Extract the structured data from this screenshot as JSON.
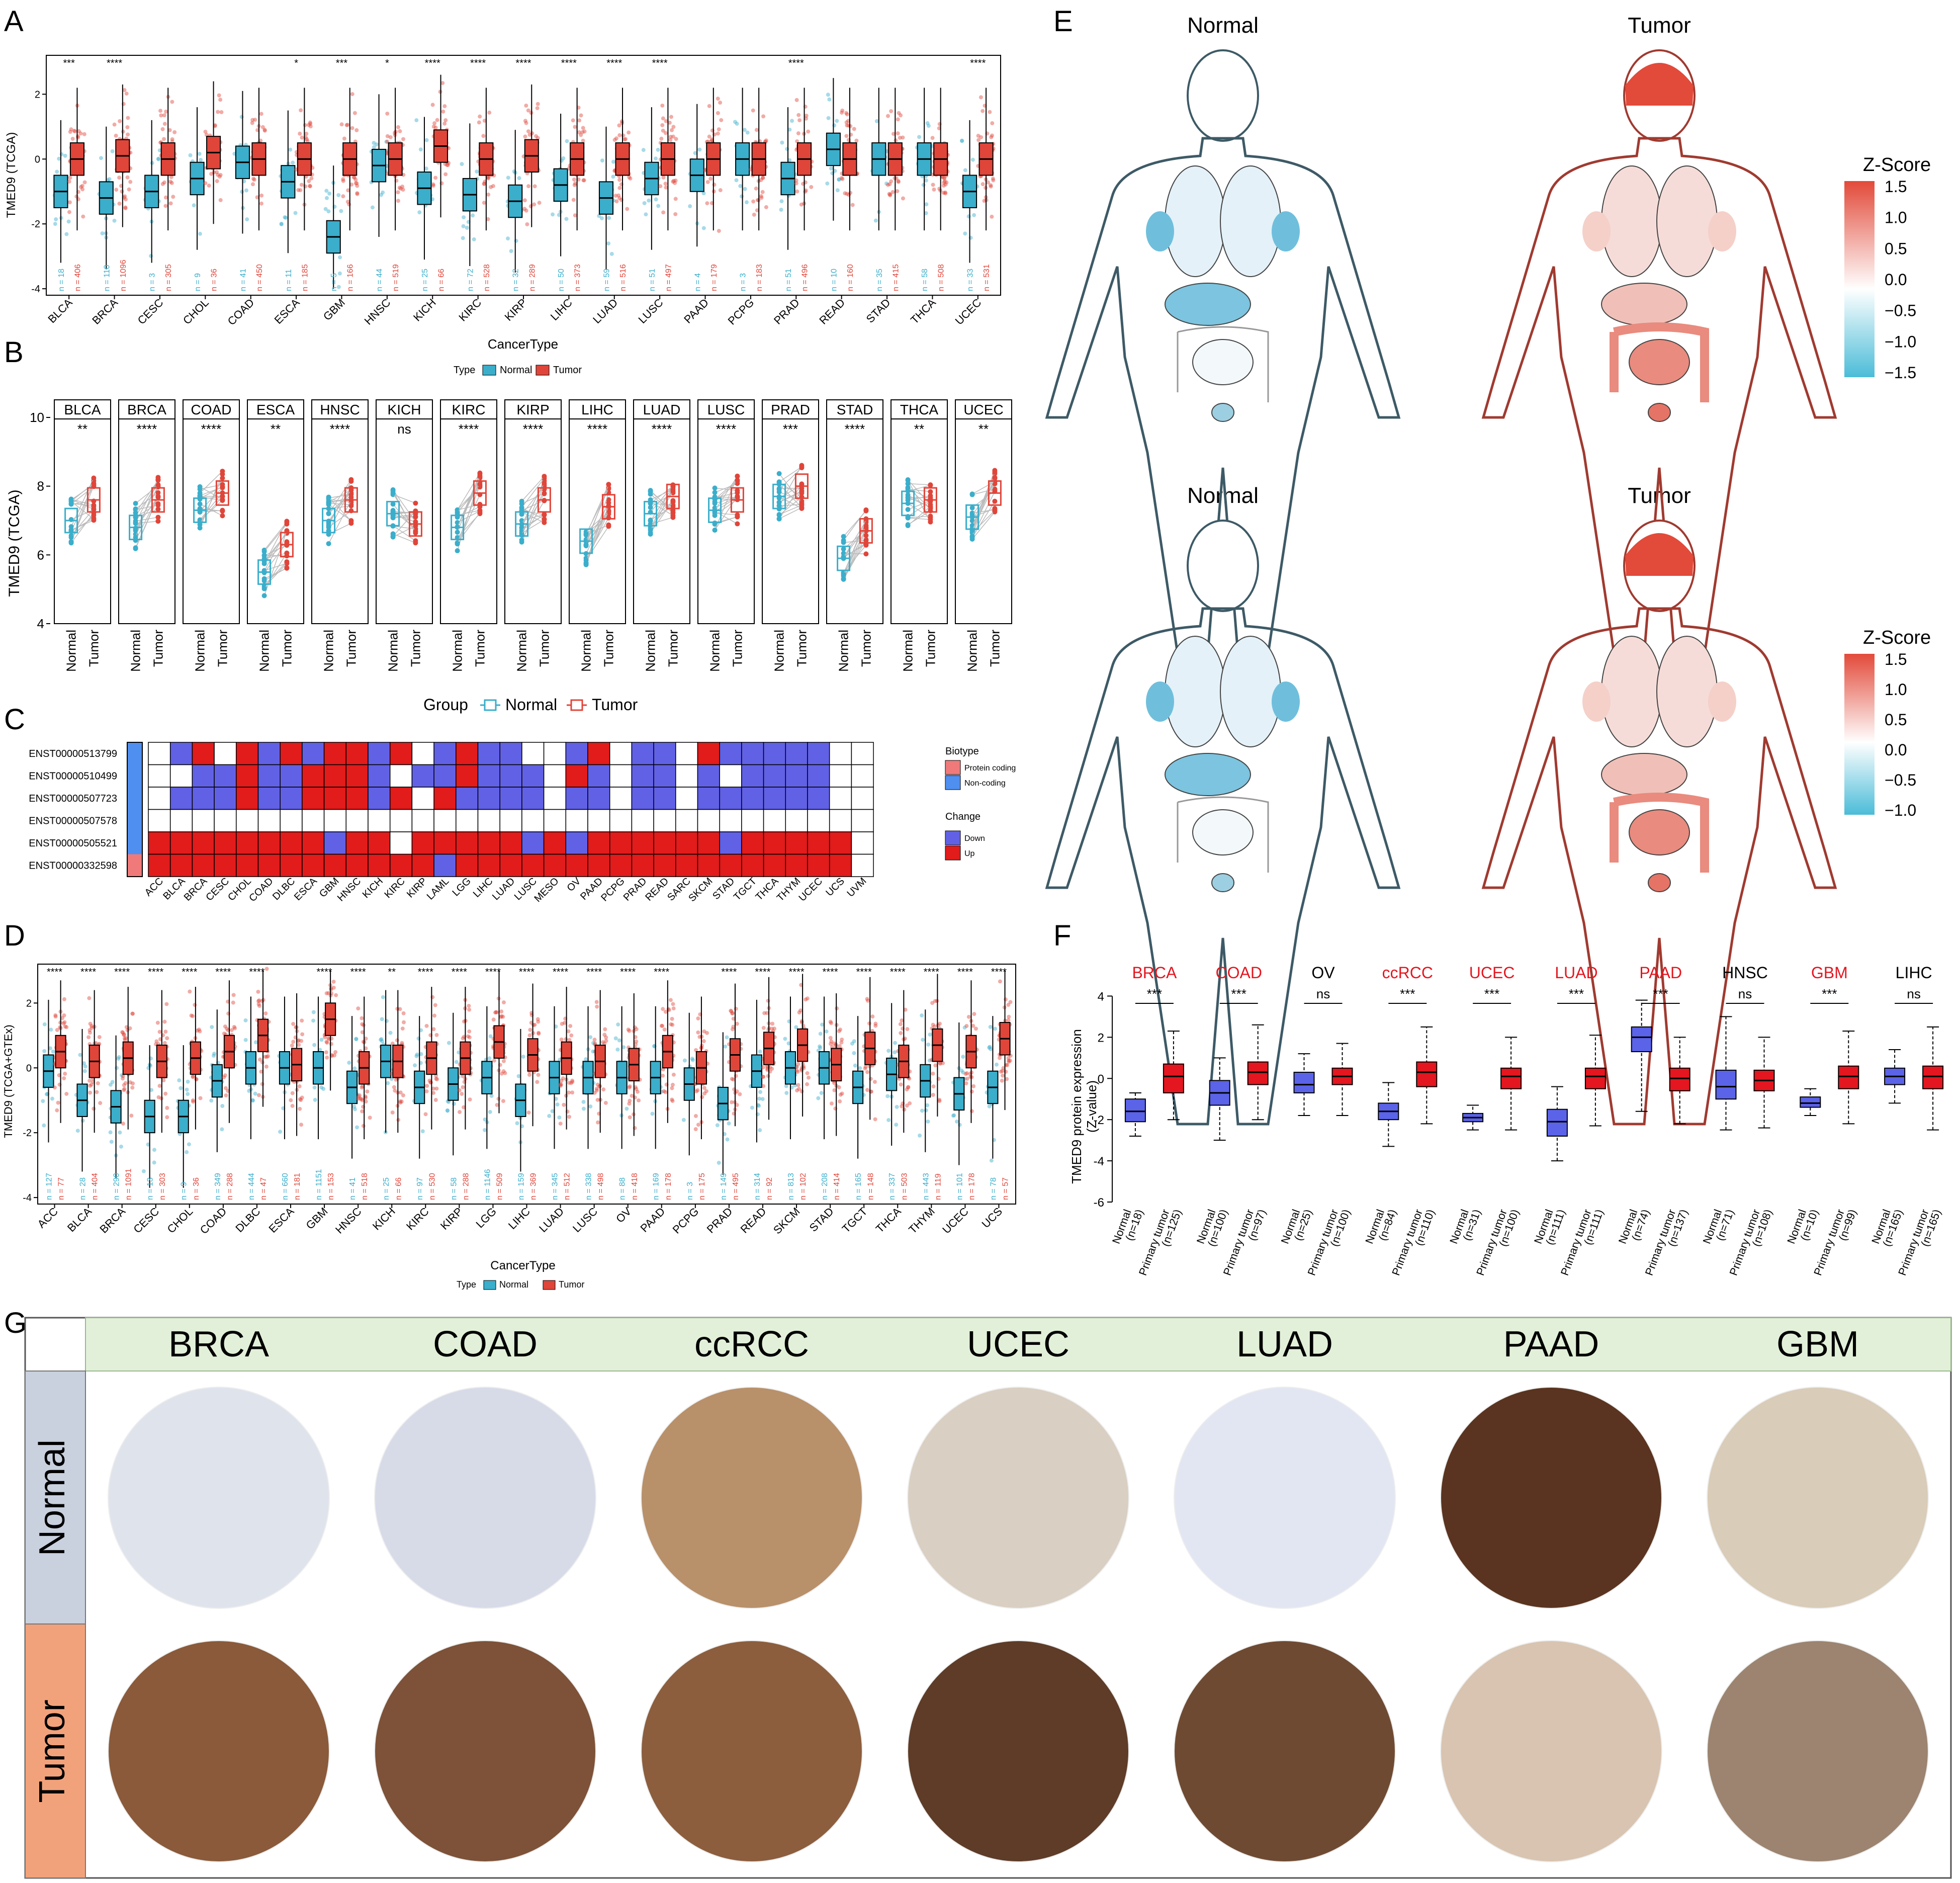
{
  "panels": {
    "A": "A",
    "B": "B",
    "C": "C",
    "D": "D",
    "E": "E",
    "F": "F",
    "G": "G"
  },
  "colors": {
    "normal": "#3aaecb",
    "tumor": "#e0453a",
    "ihc_blue": "#5b63e8",
    "ihc_red": "#e4161f",
    "heat_red": "#e21b1b",
    "heat_blue": "#6161e6",
    "grey": "#c9d0de",
    "orange": "#f2a27b",
    "green": "#e2f0d9"
  },
  "panel_a": {
    "ylabel": "TMED9 (TCGA)",
    "xlabel": "CancerType",
    "yticks": [
      "2",
      "0",
      "-2",
      "-4"
    ],
    "legend_title": "Type",
    "legend_normal": "Normal",
    "legend_tumor": "Tumor",
    "chart_data": {
      "type": "box",
      "ylim": [
        -4.2,
        3.2
      ],
      "categories": [
        "BLCA",
        "BRCA",
        "CESC",
        "CHOL",
        "COAD",
        "ESCA",
        "GBM",
        "HNSC",
        "KICH",
        "KIRC",
        "KIRP",
        "LIHC",
        "LUAD",
        "LUSC",
        "PAAD",
        "PCPG",
        "PRAD",
        "READ",
        "STAD",
        "THCA",
        "UCEC"
      ],
      "sig": [
        "***",
        "****",
        "",
        "",
        "",
        "*",
        "***",
        "*",
        "****",
        "****",
        "****",
        "****",
        "****",
        "****",
        "",
        "",
        "****",
        "",
        "",
        "",
        "****"
      ],
      "n_normal": [
        "n = 18",
        "n = 110",
        "n = 3",
        "n = 9",
        "n = 41",
        "n = 11",
        "n = 5",
        "n = 44",
        "n = 25",
        "n = 72",
        "n = 32",
        "n = 50",
        "n = 59",
        "n = 51",
        "n = 4",
        "n = 3",
        "n = 51",
        "n = 10",
        "n = 35",
        "n = 58",
        "n = 33"
      ],
      "n_tumor": [
        "n = 406",
        "n = 1096",
        "n = 305",
        "n = 36",
        "n = 450",
        "n = 185",
        "n = 166",
        "n = 519",
        "n = 66",
        "n = 528",
        "n = 289",
        "n = 373",
        "n = 516",
        "n = 497",
        "n = 179",
        "n = 183",
        "n = 496",
        "n = 160",
        "n = 415",
        "n = 508",
        "n = 531"
      ],
      "normal_median": [
        -1.0,
        -1.2,
        -1.0,
        -0.6,
        -0.1,
        -0.7,
        -2.4,
        -0.2,
        -0.9,
        -1.1,
        -1.3,
        -0.8,
        -1.2,
        -0.6,
        -0.5,
        0.0,
        -0.6,
        0.3,
        0.0,
        0.0,
        -1.0
      ],
      "tumor_median": [
        0.0,
        0.1,
        0.0,
        0.2,
        0.0,
        0.0,
        0.0,
        0.0,
        0.4,
        0.0,
        0.1,
        0.0,
        0.0,
        0.0,
        0.0,
        0.0,
        0.0,
        0.0,
        0.0,
        0.0,
        0.0
      ]
    }
  },
  "panel_b": {
    "ylabel": "TMED9 (TCGA)",
    "yticks": [
      "10",
      "8",
      "6",
      "4"
    ],
    "group_title": "Group",
    "group_normal": "Normal",
    "group_tumor": "Tumor",
    "tick_normal": "Normal",
    "tick_tumor": "Tumor",
    "chart_data": {
      "type": "paired-box",
      "ylim": [
        4,
        10
      ],
      "categories": [
        "BLCA",
        "BRCA",
        "COAD",
        "ESCA",
        "HNSC",
        "KICH",
        "KIRC",
        "KIRP",
        "LIHC",
        "LUAD",
        "LUSC",
        "PRAD",
        "STAD",
        "THCA",
        "UCEC"
      ],
      "sig": [
        "**",
        "****",
        "****",
        "**",
        "****",
        "ns",
        "****",
        "****",
        "****",
        "****",
        "****",
        "***",
        "****",
        "**",
        "**"
      ],
      "normal_median": [
        7.0,
        6.8,
        7.3,
        5.5,
        7.0,
        7.2,
        6.8,
        6.9,
        6.4,
        7.2,
        7.3,
        7.7,
        5.9,
        7.5,
        7.1
      ],
      "tumor_median": [
        7.6,
        7.6,
        7.8,
        6.3,
        7.6,
        6.9,
        7.8,
        7.6,
        7.4,
        7.7,
        7.6,
        8.0,
        6.7,
        7.6,
        7.8
      ]
    }
  },
  "panel_c": {
    "rows": [
      "ENST00000513799",
      "ENST00000510499",
      "ENST00000507723",
      "ENST00000507578",
      "ENST00000505521",
      "ENST00000332598"
    ],
    "cols": [
      "ACC",
      "BLCA",
      "BRCA",
      "CESC",
      "CHOL",
      "COAD",
      "DLBC",
      "ESCA",
      "GBM",
      "HNSC",
      "KICH",
      "KIRC",
      "KIRP",
      "LAML",
      "LGG",
      "LIHC",
      "LUAD",
      "LUSC",
      "MESO",
      "OV",
      "PAAD",
      "PCPG",
      "PRAD",
      "READ",
      "SARC",
      "SKCM",
      "STAD",
      "TGCT",
      "THCA",
      "THYM",
      "UCEC",
      "UCS",
      "UVM"
    ],
    "cells": [
      "WBRWRBRBRRBRWBRBBWWBRWBBWRBBBBBWW",
      "WWBBRBBRRRBWBBRBBBWRBWBBWBWBBBBWW",
      "WBBBRBBRRRBRWRBBBBWBBWBBWBBBBBBWW",
      "WWWWWWWWWWWWWWWWWWWWWWWWWWWWWWWWW",
      "RRRRRRRRBRRWRRRRRBRBRRRRRRBRRRRRW",
      "RRRRRRRRRRRRRBRRRRRRRRRRRRRRRRRRW"
    ],
    "biotype_title": "Biotype",
    "biotype_protein": "Protein coding",
    "biotype_noncoding": "Non-coding",
    "change_title": "Change",
    "change_down": "Down",
    "change_up": "Up"
  },
  "panel_d": {
    "ylabel": "TMED9 (TCGA+GTEx)",
    "xlabel": "CancerType",
    "yticks": [
      "2",
      "0",
      "-2",
      "-4"
    ],
    "legend_title": "Type",
    "legend_normal": "Normal",
    "legend_tumor": "Tumor",
    "chart_data": {
      "type": "box",
      "ylim": [
        -4.2,
        3.2
      ],
      "categories": [
        "ACC",
        "BLCA",
        "BRCA",
        "CESC",
        "CHOL",
        "COAD",
        "DLBC",
        "ESCA",
        "GBM",
        "HNSC",
        "KICH",
        "KIRC",
        "KIRP",
        "LGG",
        "LIHC",
        "LUAD",
        "LUSC",
        "OV",
        "PAAD",
        "PCPG",
        "PRAD",
        "READ",
        "SKCM",
        "STAD",
        "TGCT",
        "THCA",
        "THYM",
        "UCEC",
        "UCS"
      ],
      "sig": [
        "****",
        "****",
        "****",
        "****",
        "****",
        "****",
        "****",
        "",
        "****",
        "****",
        "**",
        "****",
        "****",
        "****",
        "****",
        "****",
        "****",
        "****",
        "****",
        "",
        "****",
        "****",
        "****",
        "****",
        "****",
        "****",
        "****",
        "****",
        "****"
      ],
      "n_normal": [
        "n = 127",
        "n = 28",
        "n = 290",
        "n = 13",
        "n = 9",
        "n = 349",
        "n = 444",
        "n = 660",
        "n = 1151",
        "n = 41",
        "n = 25",
        "n = 97",
        "n = 58",
        "n = 1146",
        "n = 159",
        "n = 345",
        "n = 338",
        "n = 88",
        "n = 169",
        "n = 3",
        "n = 149",
        "n = 314",
        "n = 813",
        "n = 208",
        "n = 165",
        "n = 337",
        "n = 443",
        "n = 101",
        "n = 78"
      ],
      "n_tumor": [
        "n = 77",
        "n = 404",
        "n = 1091",
        "n = 303",
        "n = 36",
        "n = 288",
        "n = 47",
        "n = 181",
        "n = 153",
        "n = 518",
        "n = 66",
        "n = 530",
        "n = 288",
        "n = 509",
        "n = 369",
        "n = 512",
        "n = 498",
        "n = 418",
        "n = 178",
        "n = 175",
        "n = 495",
        "n = 92",
        "n = 102",
        "n = 414",
        "n = 148",
        "n = 503",
        "n = 119",
        "n = 178",
        "n = 57"
      ],
      "normal_median": [
        -0.1,
        -1.0,
        -1.2,
        -1.5,
        -1.5,
        -0.4,
        0.0,
        0.0,
        0.0,
        -0.6,
        0.2,
        -0.6,
        -0.5,
        -0.3,
        -1.0,
        -0.3,
        -0.3,
        -0.3,
        -0.3,
        -0.5,
        -1.1,
        -0.1,
        0.0,
        0.0,
        -0.6,
        -0.2,
        -0.4,
        -0.8,
        -0.6
      ],
      "tumor_median": [
        0.5,
        0.2,
        0.3,
        0.2,
        0.3,
        0.5,
        1.0,
        0.1,
        1.5,
        0.0,
        0.2,
        0.3,
        0.3,
        0.8,
        0.4,
        0.3,
        0.2,
        0.1,
        0.5,
        0.0,
        0.4,
        0.6,
        0.7,
        0.1,
        0.6,
        0.2,
        0.7,
        0.5,
        0.9
      ]
    }
  },
  "panel_e": {
    "normal_label": "Normal",
    "tumor_label": "Tumor",
    "legend_title": "Z-Score",
    "legend1_ticks": [
      "1.5",
      "1.0",
      "0.5",
      "0.0",
      "−0.5",
      "−1.0",
      "−1.5"
    ],
    "legend2_ticks": [
      "1.5",
      "1.0",
      "0.5",
      "0.0",
      "−0.5",
      "−1.0"
    ]
  },
  "panel_f": {
    "ylabel": "TMED9 protein expression\n(Z-value)",
    "yticks": [
      "4",
      "2",
      "0",
      "-2",
      "-4",
      "-6"
    ],
    "chart_data": {
      "type": "box",
      "ylim": [
        -6,
        4.5
      ],
      "groups": [
        {
          "name": "BRCA",
          "highlight": true,
          "sig": "***",
          "n_normal": "(n=18)",
          "n_tumor": "(n=125)",
          "normal": [
            -2.8,
            -2.1,
            -1.6,
            -1.0,
            -0.7
          ],
          "tumor": [
            -2.0,
            -0.7,
            0.1,
            0.7,
            2.3
          ]
        },
        {
          "name": "COAD",
          "highlight": true,
          "sig": "***",
          "n_normal": "(n=100)",
          "n_tumor": "(n=97)",
          "normal": [
            -3.0,
            -1.3,
            -0.7,
            -0.1,
            1.0
          ],
          "tumor": [
            -2.0,
            -0.3,
            0.3,
            0.8,
            2.6
          ]
        },
        {
          "name": "OV",
          "highlight": false,
          "sig": "ns",
          "n_normal": "(n=25)",
          "n_tumor": "(n=100)",
          "normal": [
            -1.8,
            -0.7,
            -0.3,
            0.3,
            1.2
          ],
          "tumor": [
            -1.8,
            -0.3,
            0.1,
            0.5,
            1.7
          ]
        },
        {
          "name": "ccRCC",
          "highlight": true,
          "sig": "***",
          "n_normal": "(n=84)",
          "n_tumor": "(n=110)",
          "normal": [
            -3.3,
            -2.0,
            -1.6,
            -1.2,
            -0.2
          ],
          "tumor": [
            -2.2,
            -0.4,
            0.3,
            0.8,
            2.5
          ]
        },
        {
          "name": "UCEC",
          "highlight": true,
          "sig": "***",
          "n_normal": "(n=31)",
          "n_tumor": "(n=100)",
          "normal": [
            -2.5,
            -2.1,
            -1.9,
            -1.7,
            -1.3
          ],
          "tumor": [
            -2.5,
            -0.5,
            0.1,
            0.5,
            2.0
          ]
        },
        {
          "name": "LUAD",
          "highlight": true,
          "sig": "***",
          "n_normal": "(n=111)",
          "n_tumor": "(n=111)",
          "normal": [
            -4.0,
            -2.8,
            -2.1,
            -1.5,
            -0.4
          ],
          "tumor": [
            -2.3,
            -0.5,
            0.1,
            0.5,
            2.1
          ]
        },
        {
          "name": "PAAD",
          "highlight": true,
          "sig": "***",
          "n_normal": "(n=74)",
          "n_tumor": "(n=137)",
          "normal": [
            -1.6,
            1.3,
            2.0,
            2.5,
            3.8
          ],
          "tumor": [
            -2.2,
            -0.6,
            0.0,
            0.5,
            2.0
          ]
        },
        {
          "name": "HNSC",
          "highlight": false,
          "sig": "ns",
          "n_normal": "(n=71)",
          "n_tumor": "(n=108)",
          "normal": [
            -2.5,
            -1.0,
            -0.4,
            0.4,
            3.0
          ],
          "tumor": [
            -2.4,
            -0.6,
            -0.1,
            0.4,
            2.0
          ]
        },
        {
          "name": "GBM",
          "highlight": true,
          "sig": "***",
          "n_normal": "(n=10)",
          "n_tumor": "(n=99)",
          "normal": [
            -1.8,
            -1.4,
            -1.2,
            -0.9,
            -0.5
          ],
          "tumor": [
            -2.2,
            -0.5,
            0.1,
            0.6,
            2.3
          ]
        },
        {
          "name": "LIHC",
          "highlight": false,
          "sig": "ns",
          "n_normal": "(n=165)",
          "n_tumor": "(n=165)",
          "normal": [
            -1.2,
            -0.3,
            0.1,
            0.5,
            1.4
          ],
          "tumor": [
            -2.5,
            -0.5,
            0.1,
            0.6,
            2.5
          ]
        }
      ],
      "tick_normal": "Normal",
      "tick_tumor": "Primary tumor"
    }
  },
  "panel_g": {
    "cancers": [
      "BRCA",
      "COAD",
      "ccRCC",
      "UCEC",
      "LUAD",
      "PAAD",
      "GBM"
    ],
    "row_normal": "Normal",
    "row_tumor": "Tumor"
  }
}
